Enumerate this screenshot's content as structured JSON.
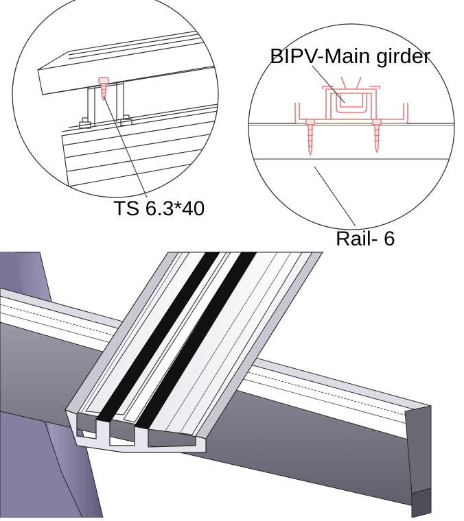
{
  "labels": {
    "girder": "BIPV-Main girder",
    "screw": "TS 6.3*40",
    "rail": "Rail- 6"
  },
  "colors": {
    "accent": "#e8787c",
    "steel_dark": "#6d6d77",
    "steel_mid": "#8d8d99",
    "steel_light": "#b9b9c4",
    "purple_beam": "#8a84a3",
    "seal": "#111111"
  }
}
